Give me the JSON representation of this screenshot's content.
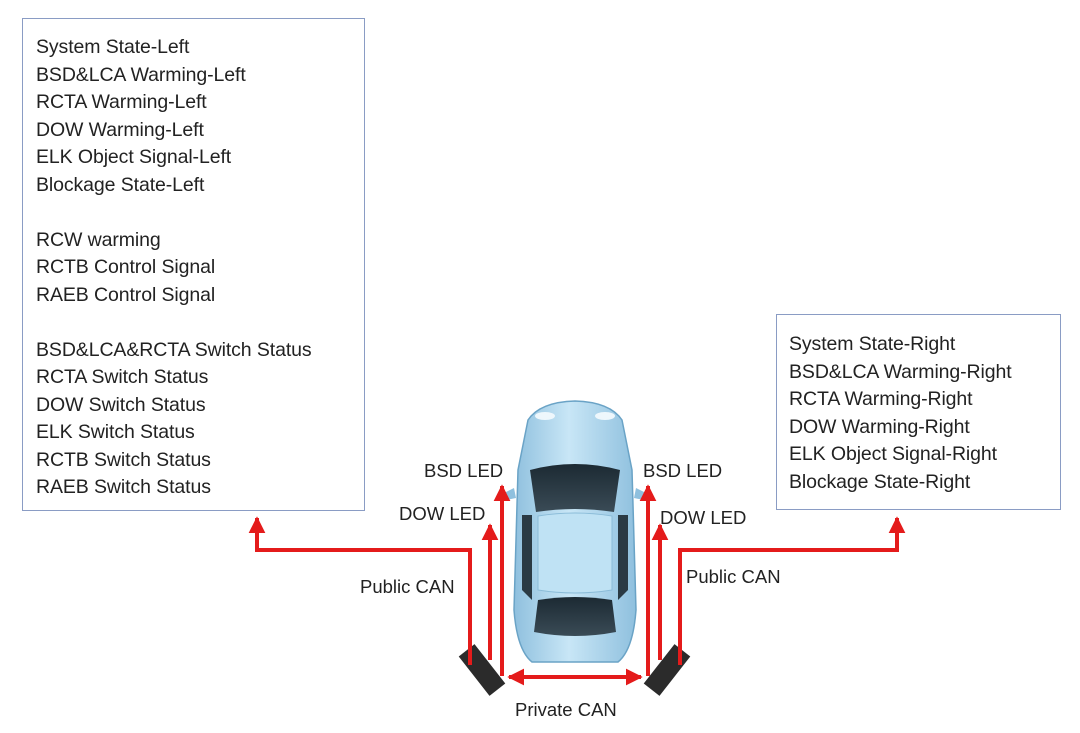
{
  "left_panel": {
    "groups": [
      [
        "System State-Left",
        "BSD&LCA Warming-Left",
        "RCTA Warming-Left",
        "DOW Warming-Left",
        "ELK Object Signal-Left",
        "Blockage State-Left"
      ],
      [
        "RCW warming",
        "RCTB Control Signal",
        "RAEB Control Signal"
      ],
      [
        "BSD&LCA&RCTA Switch Status",
        "RCTA Switch Status",
        "DOW Switch Status",
        "ELK Switch Status",
        "RCTB Switch Status",
        "RAEB Switch Status"
      ]
    ]
  },
  "right_panel": {
    "lines": [
      "System State-Right",
      "BSD&LCA Warming-Right",
      "RCTA Warming-Right",
      "DOW Warming-Right",
      "ELK Object Signal-Right",
      "Blockage State-Right"
    ]
  },
  "labels": {
    "bsd_led_left": "BSD LED",
    "dow_led_left": "DOW LED",
    "public_can_left": "Public CAN",
    "bsd_led_right": "BSD LED",
    "dow_led_right": "DOW LED",
    "public_can_right": "Public CAN",
    "private_can": "Private CAN"
  },
  "colors": {
    "signal_line": "#e41b1b",
    "box_border": "#8a9cc4",
    "car_body": "#a9d4ec",
    "radar_sensor": "#2b2b2b"
  }
}
